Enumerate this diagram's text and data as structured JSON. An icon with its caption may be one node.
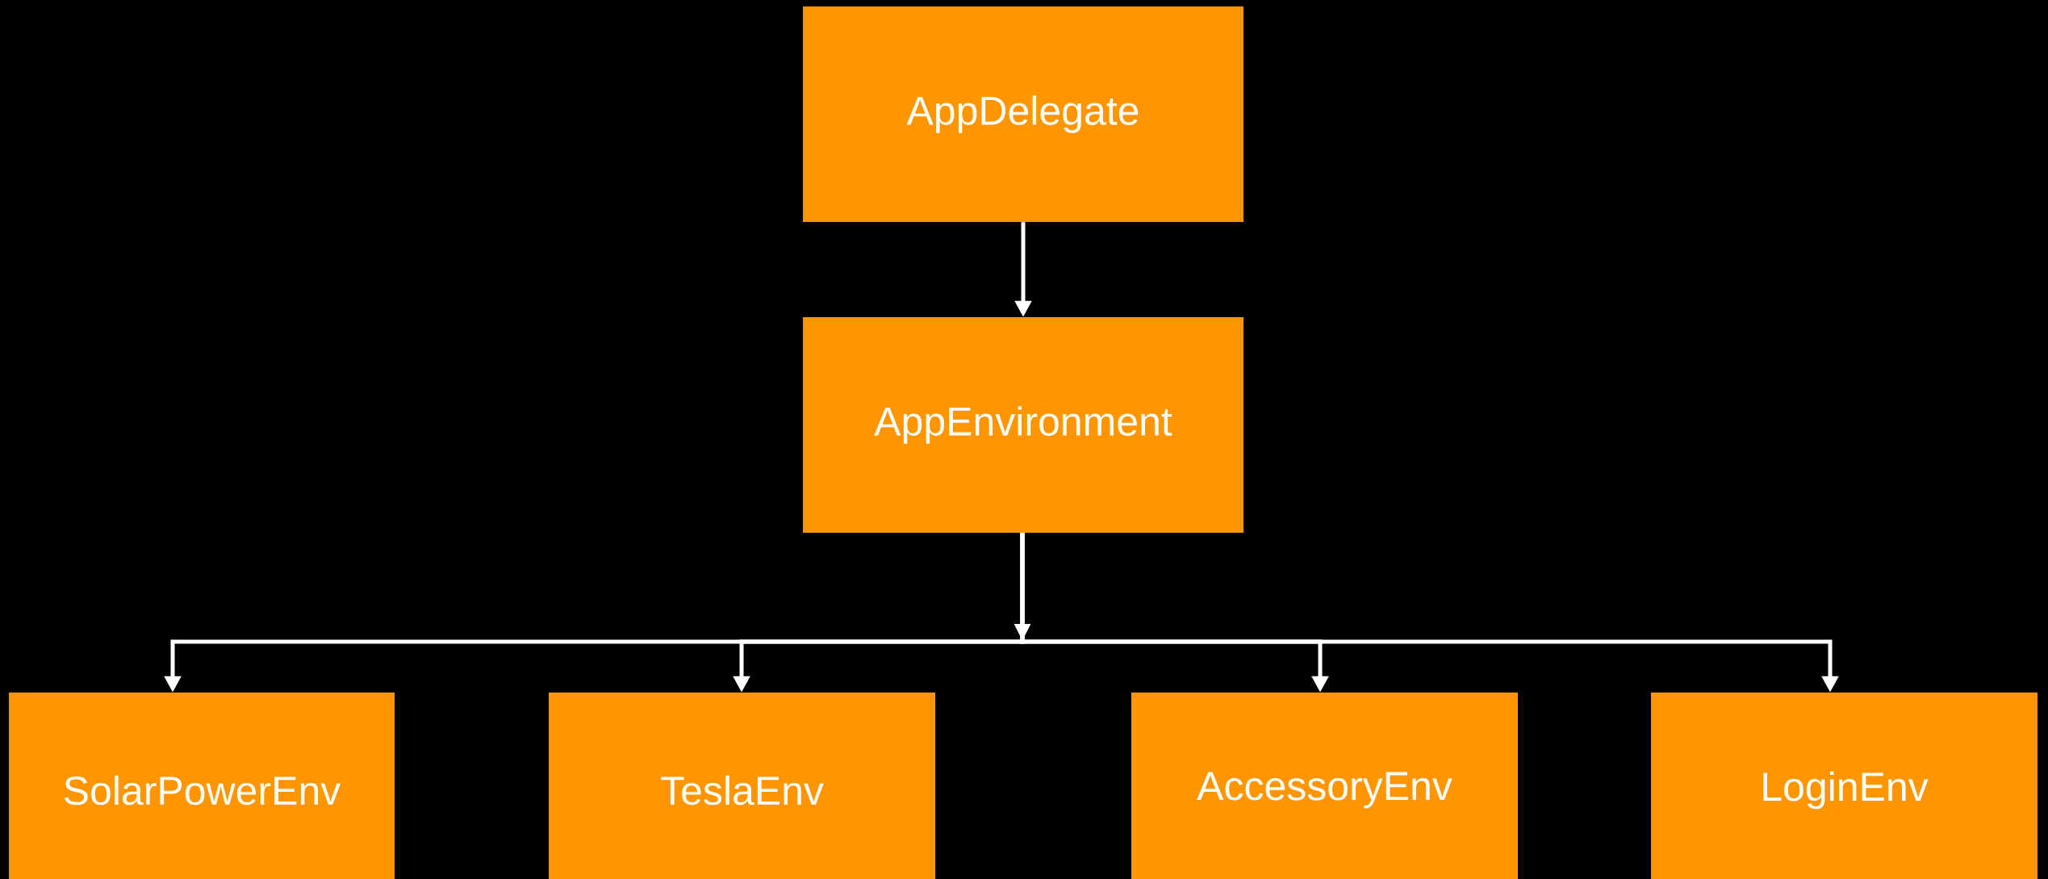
{
  "diagram": {
    "nodes": [
      {
        "text": [
          "AppDelegate"
        ]
      },
      {
        "text": [
          "AppEnvironment"
        ]
      },
      {
        "text": [
          "SolarPowerEnv"
        ]
      },
      {
        "text": [
          "TeslaEnv"
        ]
      },
      {
        "text": [
          "AccessoryEnv"
        ]
      },
      {
        "text": [
          "LoginEnv"
        ]
      }
    ],
    "edges": [
      {
        "from": 0,
        "to": 1,
        "arrow": "to"
      },
      {
        "from": 1,
        "to": 2,
        "arrow": "to"
      },
      {
        "from": 1,
        "to": 3,
        "arrow": "to"
      },
      {
        "from": 1,
        "to": 4,
        "arrow": "to"
      },
      {
        "from": 1,
        "to": 5,
        "arrow": "to"
      }
    ]
  }
}
